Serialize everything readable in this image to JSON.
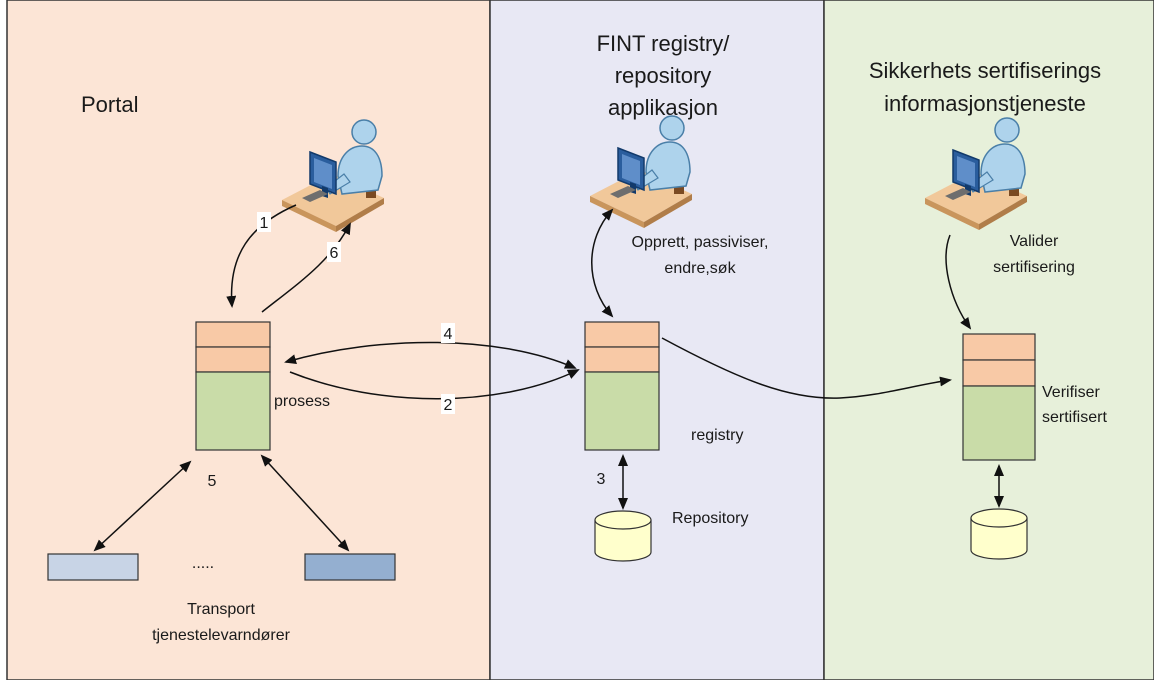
{
  "colors": {
    "portal_bg": "#fce5d6",
    "registry_bg": "#e8e8f4",
    "security_bg": "#e7f0da",
    "process_header": "#f8c9a6",
    "process_body": "#c9dca8",
    "transport_left": "#c8d4e6",
    "transport_right": "#94afd0",
    "database": "#ffffcc",
    "desk": "#f1c89a",
    "person": "#aed3ec",
    "monitor": "#2a5d9d"
  },
  "panels": {
    "portal": {
      "title": "Portal"
    },
    "registry": {
      "title_line1": "FINT registry/",
      "title_line2": "repository",
      "title_line3": "applikasjon"
    },
    "security": {
      "title_line1": "Sikkerhets sertifiserings",
      "title_line2": "informasjonstjeneste"
    }
  },
  "labels": {
    "prosess": "prosess",
    "registry": "registry",
    "repository": "Repository",
    "registry_ops_line1": "Opprett, passiviser,",
    "registry_ops_line2": "endre,søk",
    "valider_line1": "Valider",
    "valider_line2": "sertifisering",
    "verifiser_line1": "Verifiser",
    "verifiser_line2": "sertifisert",
    "transport_line1": "Transport",
    "transport_line2": "tjenestelevarndører",
    "ellipsis": "....."
  },
  "flow_numbers": {
    "n1": "1",
    "n2": "2",
    "n3": "3",
    "n4": "4",
    "n5": "5",
    "n6": "6"
  },
  "icons": {
    "user_workstation": "user-at-computer-icon",
    "database": "database-cylinder-icon",
    "process_stack": "process-stack-icon",
    "transport_provider": "transport-provider-box-icon"
  }
}
